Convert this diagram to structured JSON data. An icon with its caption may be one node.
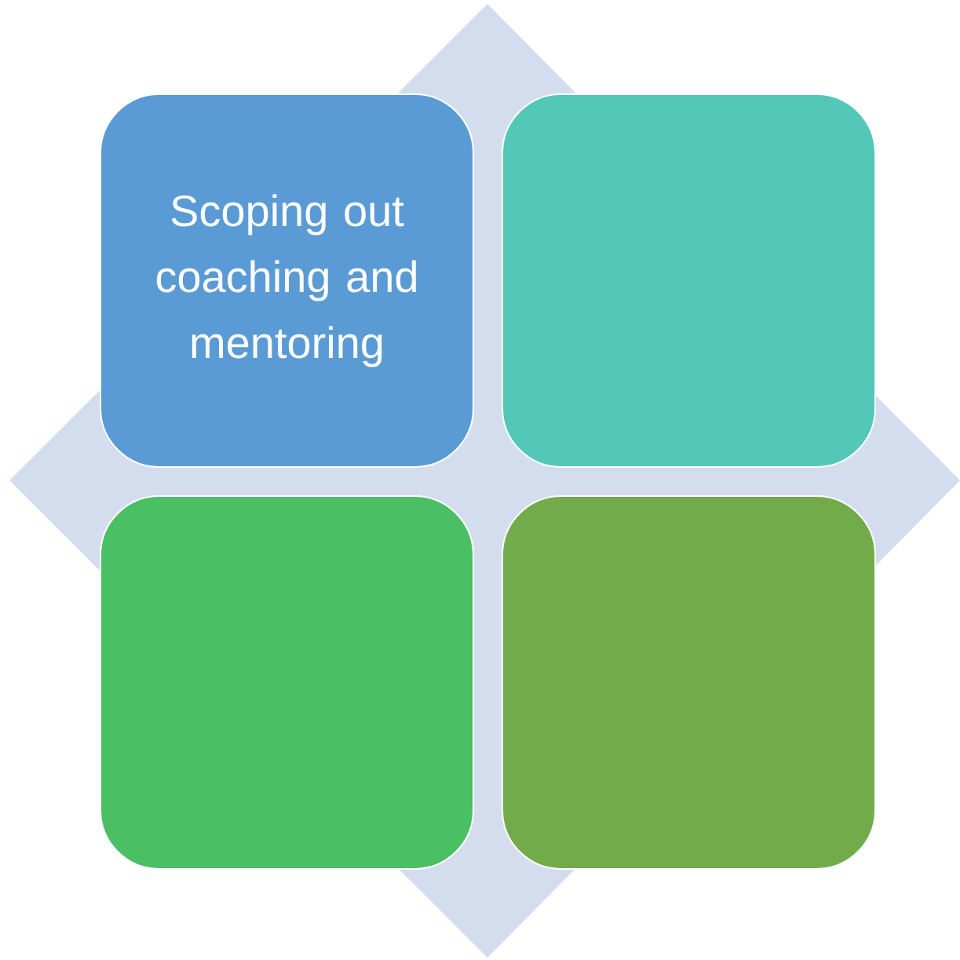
{
  "diagram": {
    "nodes": [
      {
        "text": [
          "Scoping out coaching and mentoring"
        ]
      },
      {
        "text": [],
        "shape": "box"
      },
      {
        "text": [],
        "shape": "box"
      },
      {
        "text": [],
        "shape": "box"
      }
    ]
  }
}
